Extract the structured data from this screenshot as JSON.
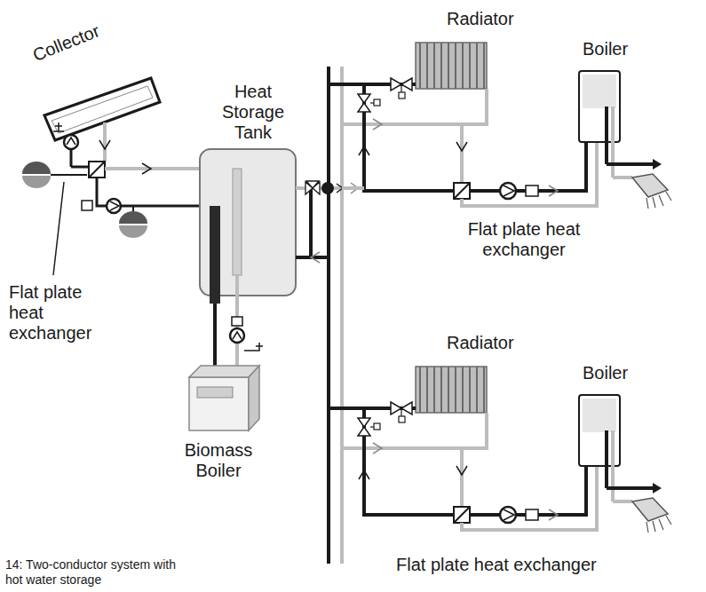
{
  "diagram": {
    "caption": "14: Two-conductor system with hot water storage",
    "labels": [
      "Radiator",
      "Boiler",
      "Collector",
      "Heat Storage Tank",
      "Flat plate heat exchanger",
      "Flat plate heat exchanger",
      "Biomass Boiler",
      "Radiator",
      "Boiler",
      "Flat plate heat exchanger"
    ]
  }
}
